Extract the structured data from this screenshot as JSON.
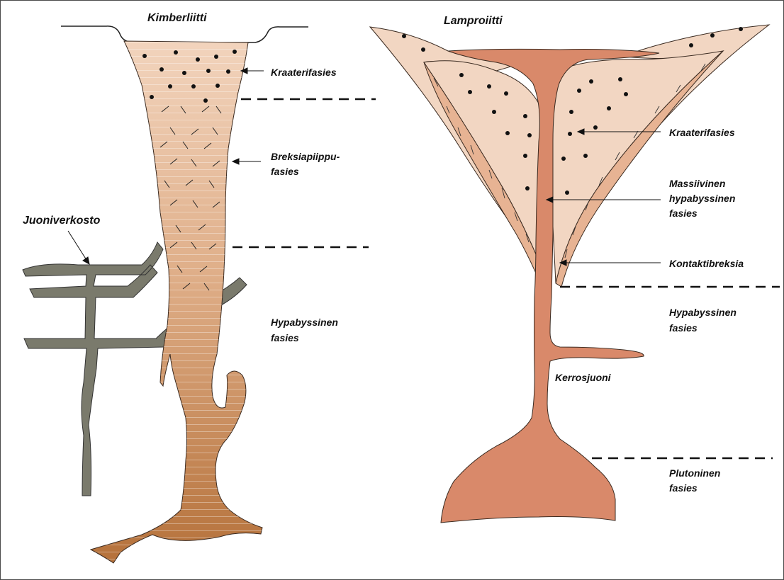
{
  "kimberlite": {
    "title": "Kimberliitti",
    "crater_label": "Kraaterifasies",
    "breccia_label_1": "Breksiapiippu-",
    "breccia_label_2": "fasies",
    "hypabyssal_label_1": "Hypabyssinen",
    "hypabyssal_label_2": "fasies",
    "vein_network_label": "Juoniverkosto"
  },
  "lamproite": {
    "title": "Lamproiitti",
    "crater_label": "Kraaterifasies",
    "massive_label_1": "Massiivinen",
    "massive_label_2": "hypabyssinen",
    "massive_label_3": "fasies",
    "contact_breccia_label": "Kontaktibreksia",
    "hypabyssal_label_1": "Hypabyssinen",
    "hypabyssal_label_2": "fasies",
    "sill_label": "Kerrosjuoni",
    "plutonic_label_1": "Plutoninen",
    "plutonic_label_2": "fasies"
  },
  "colors": {
    "crater_fill": "#f2d6c2",
    "breccia_fill": "#e7b393",
    "magma_fill": "#d9896a",
    "vein_fill": "#7a7a6c",
    "pipe_top": "#f0cdb3",
    "pipe_bottom": "#b8743f"
  }
}
